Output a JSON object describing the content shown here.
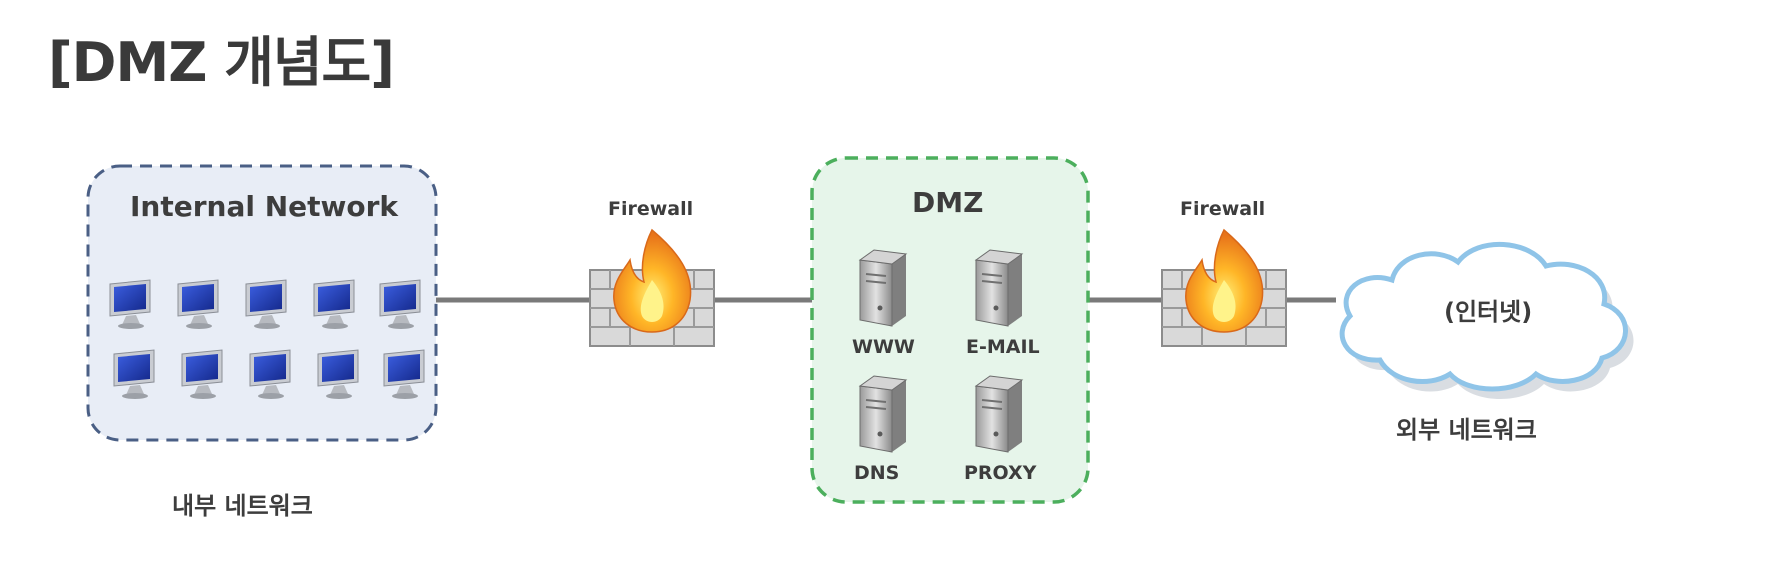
{
  "page": {
    "title": "[DMZ 개념도]"
  },
  "diagram": {
    "internal": {
      "box_label": "Internal Network",
      "caption": "내부 네트워크",
      "pc_count": 10
    },
    "firewall_left": {
      "label": "Firewall"
    },
    "dmz": {
      "box_label": "DMZ",
      "servers": [
        "WWW",
        "E-MAIL",
        "DNS",
        "PROXY"
      ]
    },
    "firewall_right": {
      "label": "Firewall"
    },
    "internet": {
      "cloud_label": "(인터넷)",
      "caption": "외부 네트워크"
    },
    "colors": {
      "internal_fill": "#e8edf6",
      "internal_border": "#4a5f85",
      "dmz_fill": "#e6f5ea",
      "dmz_border": "#4caf5d",
      "link": "#7a7a7a",
      "monitor_screen": "#1f3db0",
      "cloud_border": "#8fc4e8"
    }
  }
}
